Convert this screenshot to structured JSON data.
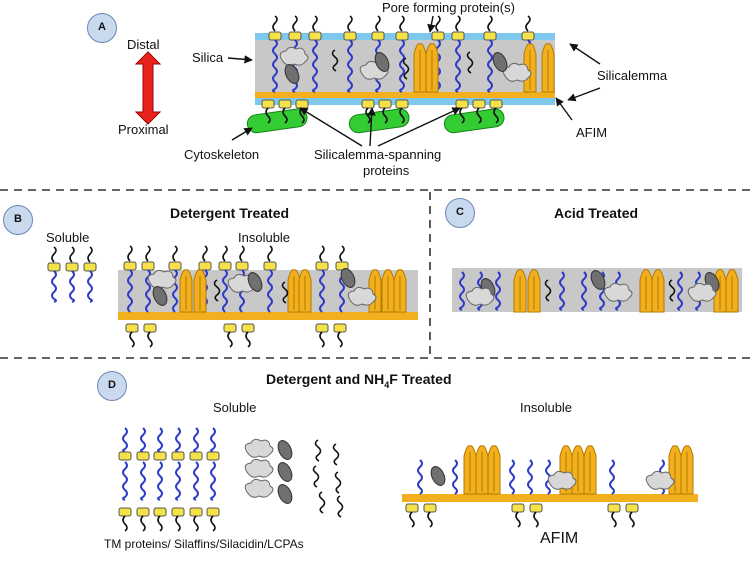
{
  "panels": {
    "A": {
      "letter": "A",
      "distal": "Distal",
      "proximal": "Proximal",
      "silica": "Silica",
      "pore_forming": "Pore forming protein(s)",
      "silicalemma": "Silicalemma",
      "afim": "AFIM",
      "cytoskeleton": "Cytoskeleton",
      "spanning_line1": "Silicalemma-spanning",
      "spanning_line2": "proteins"
    },
    "B": {
      "letter": "B",
      "title": "Detergent Treated",
      "soluble": "Soluble",
      "insoluble": "Insoluble"
    },
    "C": {
      "letter": "C",
      "title": "Acid Treated"
    },
    "D": {
      "letter": "D",
      "title_pre": "Detergent and NH",
      "title_sub": "4",
      "title_post": "F Treated",
      "soluble": "Soluble",
      "insoluble": "Insoluble",
      "caption": "TM proteins/ Silaffins/Silacidin/LCPAs",
      "afim": "AFIM"
    }
  },
  "colors": {
    "silica": "#c8c8c8",
    "membrane": "#7ec8ee",
    "afim": "#f2b01e",
    "protein": "#f5e24a",
    "chain": "#2b3bc9",
    "cytoskeleton": "#33cc33",
    "arrow": "#e8231c",
    "cloud": "#d8d8d8",
    "dark_protein": "#707070"
  }
}
